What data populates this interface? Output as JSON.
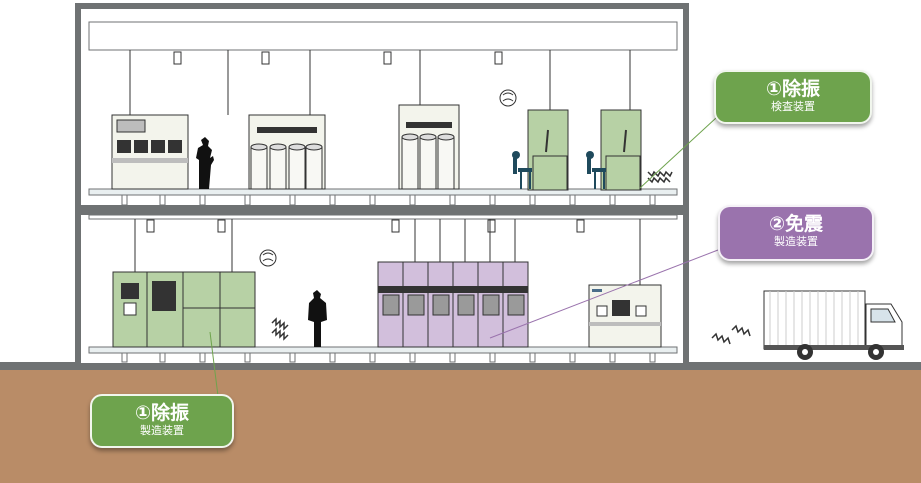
{
  "callouts": {
    "inspection": {
      "title": "①除振",
      "sub": "検査装置"
    },
    "seismic": {
      "title": "②免震",
      "sub": "製造装置"
    },
    "manufacturing": {
      "title": "①除振",
      "sub": "製造装置"
    }
  },
  "colors": {
    "ground": "#b98c67",
    "wall": "#6f7273",
    "slab": "#e9eff0",
    "green_equipment": "#b7d1a5",
    "purple_equipment": "#d2bfdc",
    "green_badge": "#6ea34d",
    "purple_badge": "#9a73ad"
  }
}
